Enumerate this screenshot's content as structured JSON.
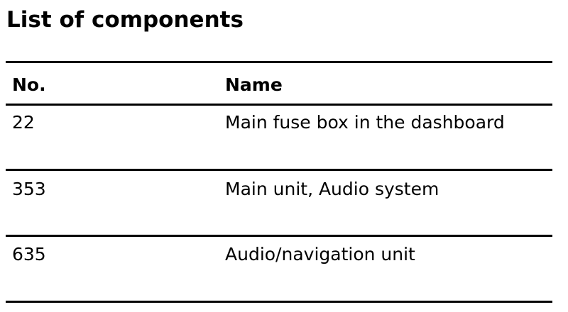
{
  "document": {
    "title": "List of components",
    "table": {
      "headers": {
        "no": "No.",
        "name": "Name"
      },
      "rows": [
        {
          "no": "22",
          "name": "Main fuse box in the dashboard"
        },
        {
          "no": "353",
          "name": "Main unit, Audio system"
        },
        {
          "no": "635",
          "name": "Audio/navigation unit"
        }
      ]
    }
  }
}
